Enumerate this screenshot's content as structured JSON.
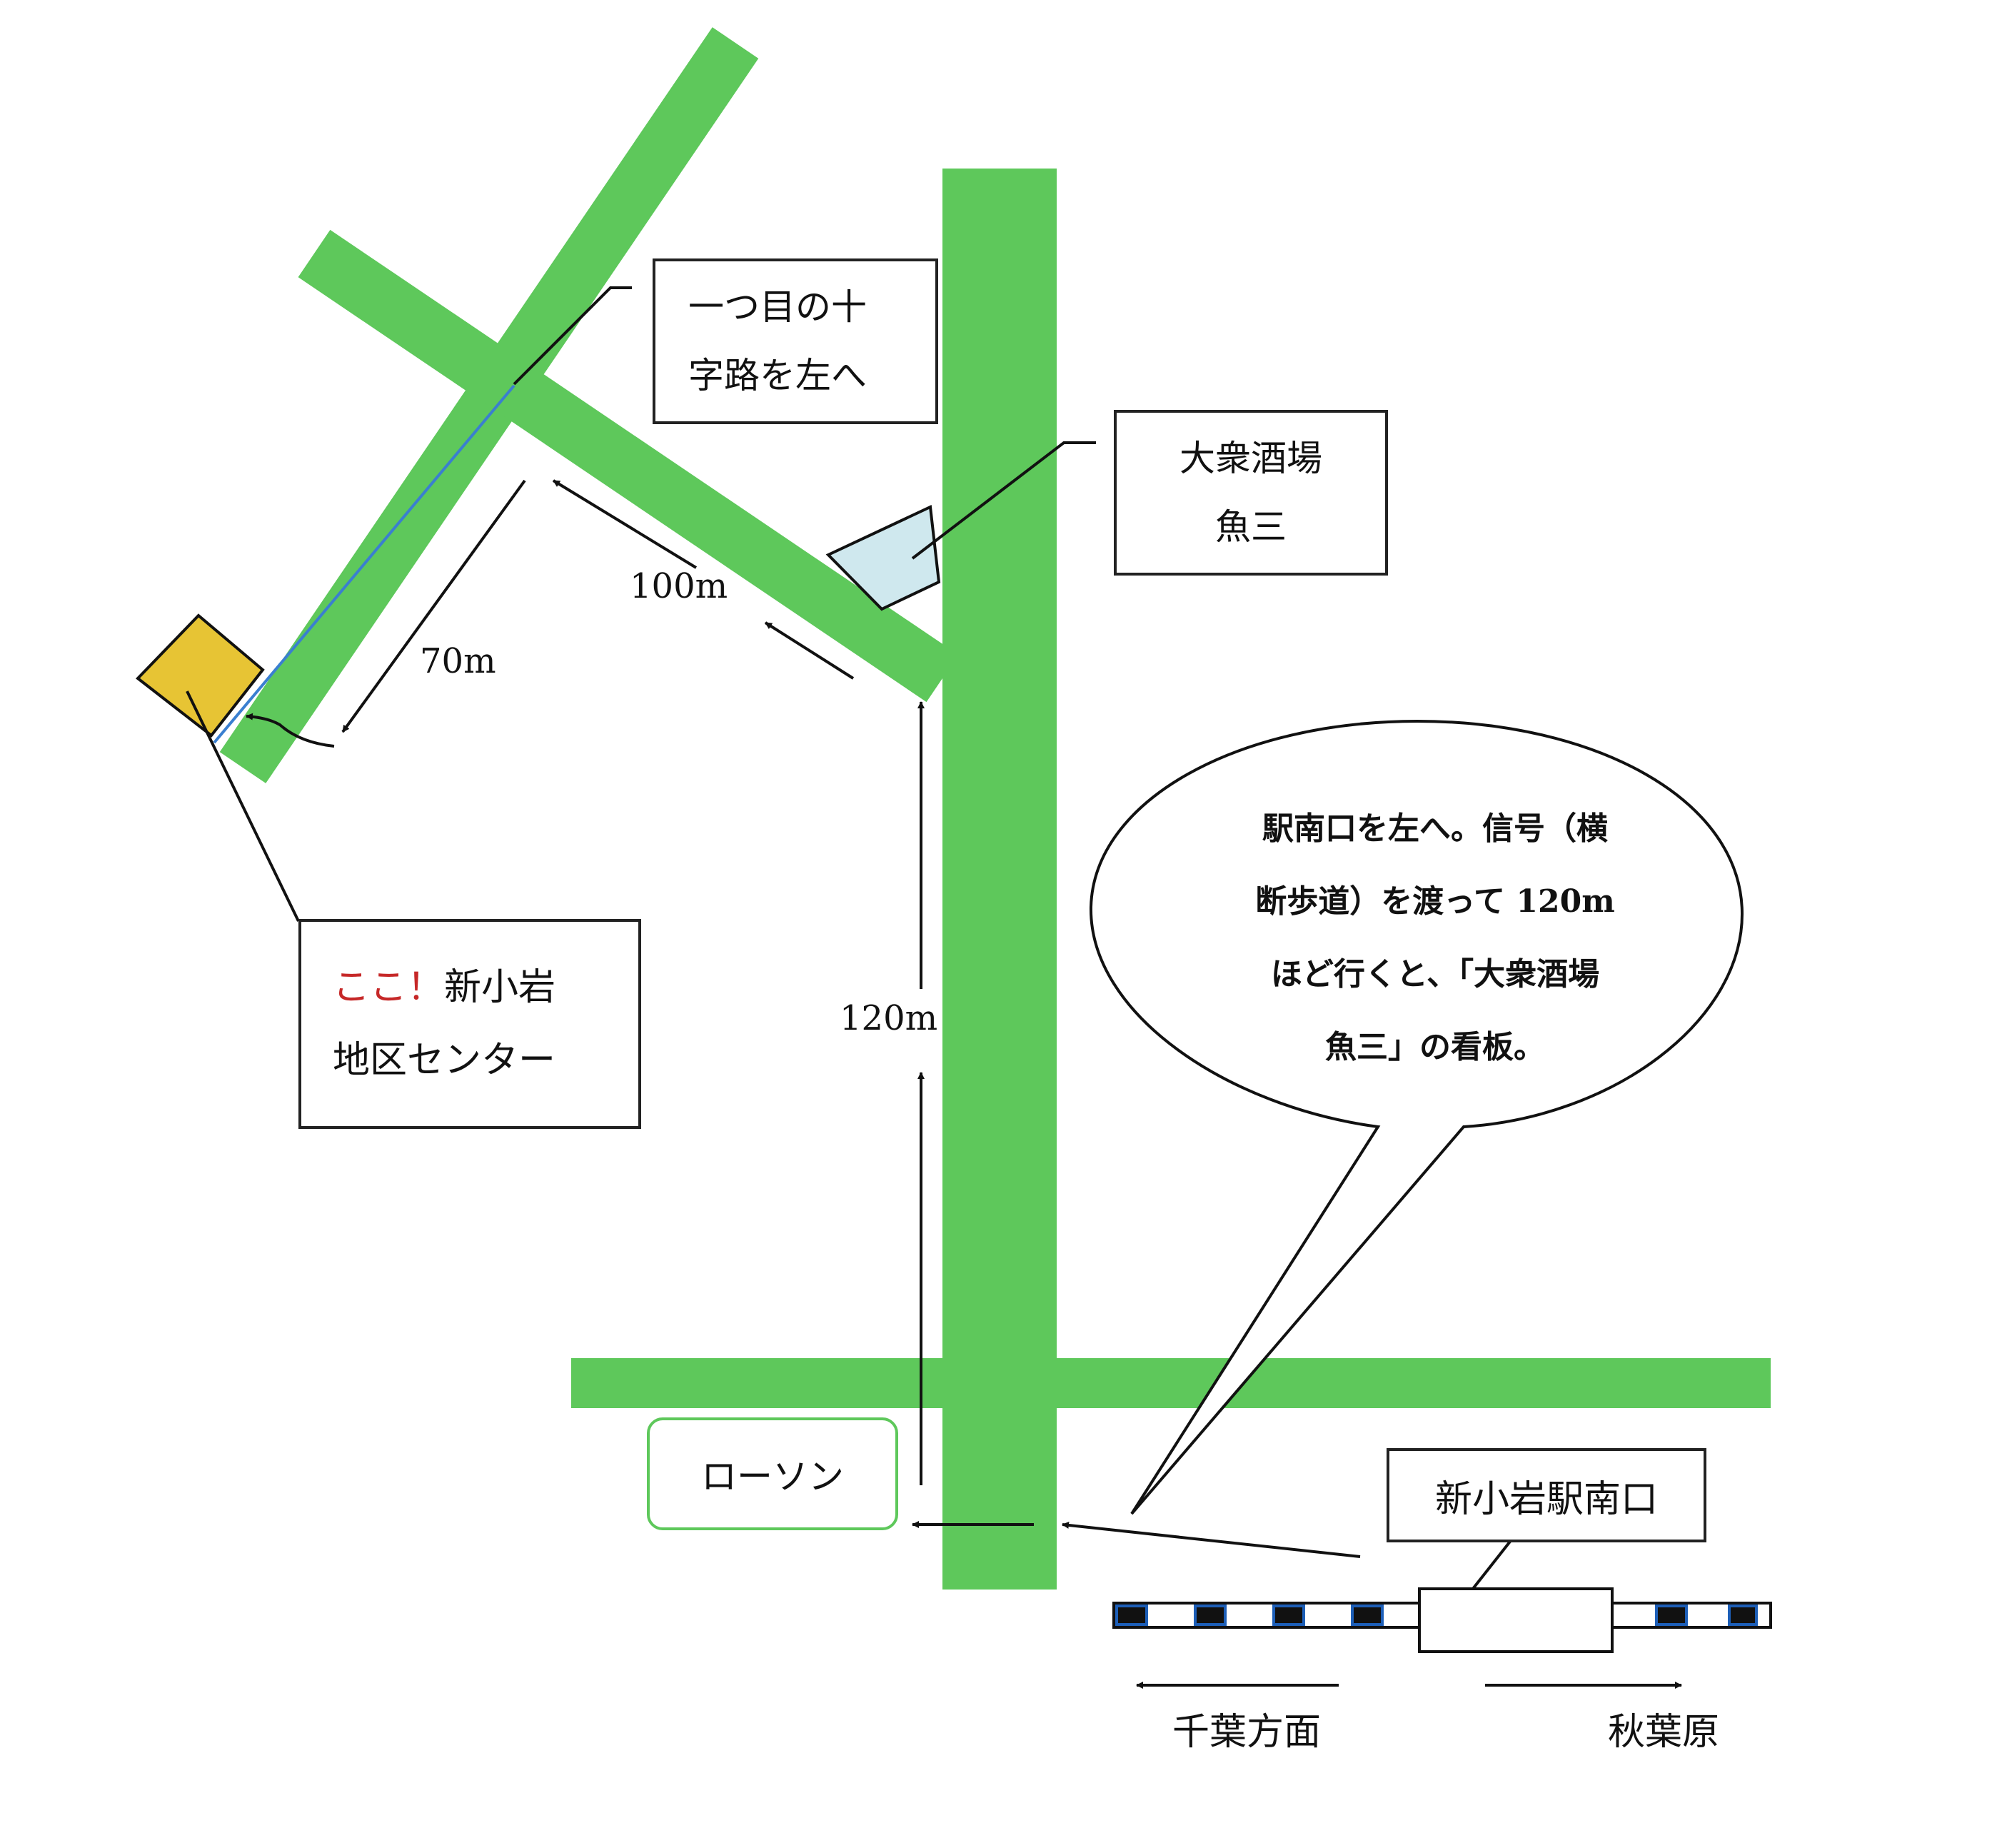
{
  "boxes": {
    "crossroad": {
      "line1": "一つ目の十",
      "line2": "字路を左へ"
    },
    "izakaya": {
      "line1": "大衆酒場",
      "line2": "魚三"
    },
    "center": {
      "line1_red": "ここ！",
      "line1_rest": "新小岩",
      "line2": "地区センター"
    },
    "lawson": "ローソン",
    "station": "新小岩駅南口"
  },
  "balloon": {
    "line1": "駅南口を左へ。信号（横",
    "line2": "断歩道）を渡って 120m",
    "line3": "ほど行くと、「大衆酒場",
    "line4": "魚三」の看板。"
  },
  "distances": {
    "d100": "100m",
    "d70": "70m",
    "d120": "120m"
  },
  "directions": {
    "left": "千葉方面",
    "right": "秋葉原"
  },
  "colors": {
    "road": "#5ec85b",
    "road_dark": "#3fae42",
    "center_building": "#e7c434",
    "izakaya_building": "#cfe8ee",
    "lawson_border": "#5ec85b",
    "highlight_red": "#c62828",
    "rail_blue": "#1d5fb8"
  }
}
